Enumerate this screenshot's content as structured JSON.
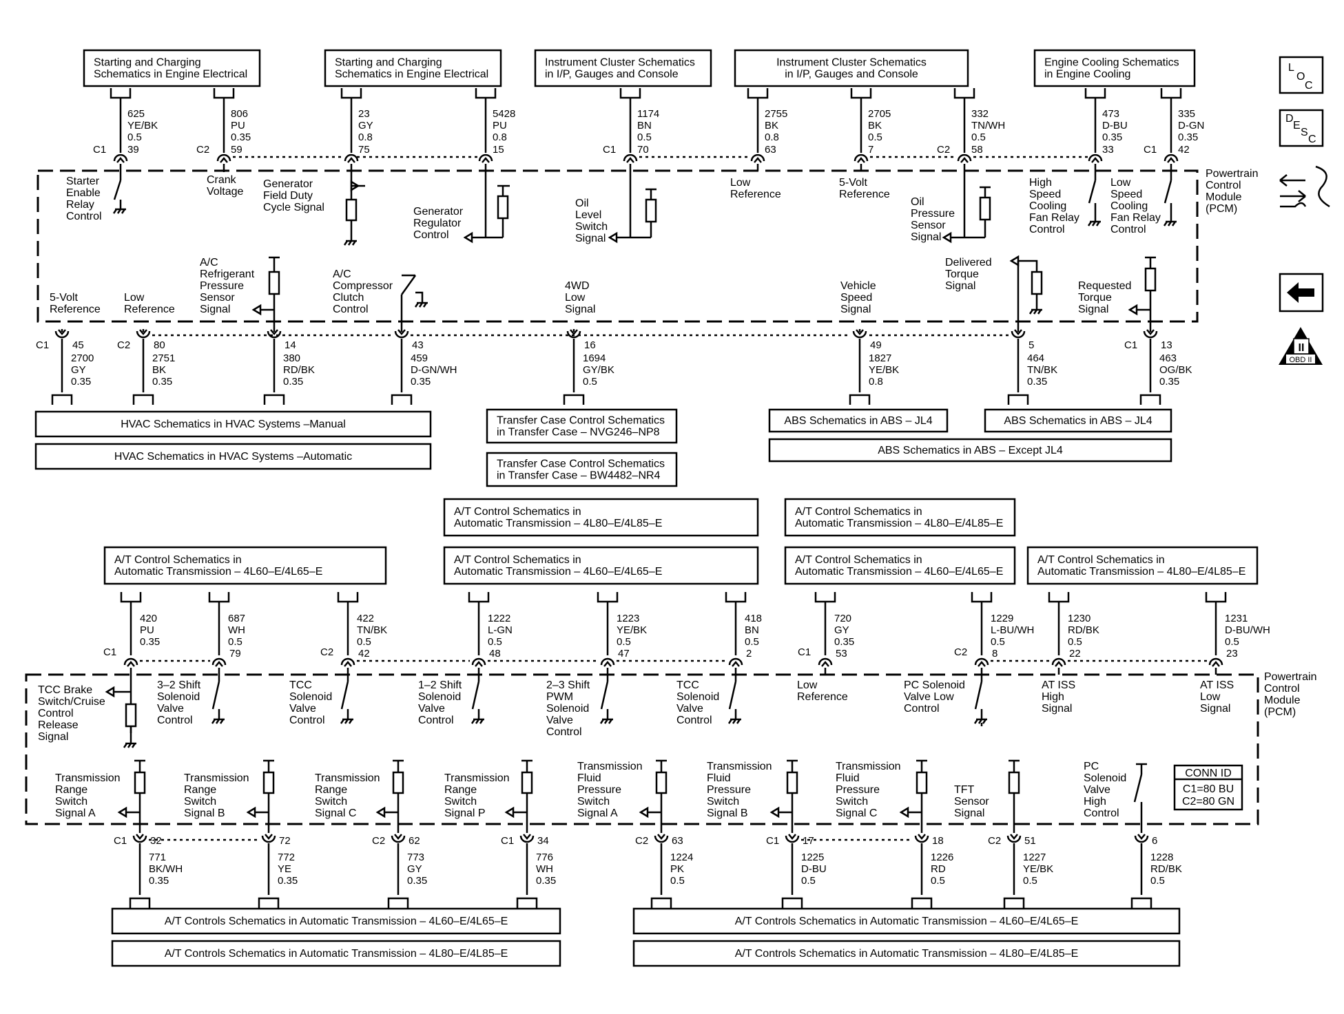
{
  "top_refs": [
    "Starting and Charging|Schematics in Engine Electrical",
    "Starting and Charging|Schematics in Engine Electrical",
    "Instrument Cluster Schematics|in I/P, Gauges and Console",
    "Instrument Cluster Schematics|in I/P, Gauges and Console",
    "Engine Cooling Schematics|in Engine Cooling"
  ],
  "top_circuits": [
    {
      "circuit": "625",
      "color": "YE/BK",
      "size": "0.5",
      "connector": "C1",
      "pin": "39"
    },
    {
      "circuit": "806",
      "color": "PU",
      "size": "0.35",
      "connector": "C2",
      "pin": "59"
    },
    {
      "circuit": "23",
      "color": "GY",
      "size": "0.8",
      "connector": "",
      "pin": "75"
    },
    {
      "circuit": "5428",
      "color": "PU",
      "size": "0.8",
      "connector": "",
      "pin": "15"
    },
    {
      "circuit": "1174",
      "color": "BN",
      "size": "0.5",
      "connector": "C1",
      "pin": "70"
    },
    {
      "circuit": "2755",
      "color": "BK",
      "size": "0.8",
      "connector": "",
      "pin": "63"
    },
    {
      "circuit": "2705",
      "color": "BK",
      "size": "0.5",
      "connector": "",
      "pin": "7"
    },
    {
      "circuit": "332",
      "color": "TN/WH",
      "size": "0.5",
      "connector": "C2",
      "pin": "58"
    },
    {
      "circuit": "473",
      "color": "D-BU",
      "size": "0.35",
      "connector": "",
      "pin": "33"
    },
    {
      "circuit": "335",
      "color": "D-GN",
      "size": "0.35",
      "connector": "C1",
      "pin": "42"
    }
  ],
  "pcm1_top_signals": [
    "Starter|Enable|Relay|Control",
    "Crank|Voltage",
    "Generator|Field Duty|Cycle Signal",
    "Generator|Regulator|Control",
    "Oil|Level|Switch|Signal",
    "Low|Reference",
    "5-Volt|Reference",
    "Oil|Pressure|Sensor|Signal",
    "High|Speed|Cooling|Fan Relay|Control",
    "Low|Speed|Cooling|Fan Relay|Control"
  ],
  "pcm1_bottom_signals": [
    "5-Volt|Reference",
    "Low|Reference",
    "A/C|Refrigerant|Pressure|Sensor|Signal",
    "A/C|Compressor|Clutch|Control",
    "4WD|Low|Signal",
    "Vehicle|Speed|Signal",
    "Delivered|Torque|Signal",
    "Requested|Torque|Signal"
  ],
  "pcm_label": "Powertrain|Control|Module|(PCM)",
  "mid_circuits": [
    {
      "circuit": "2700",
      "color": "GY",
      "size": "0.35",
      "connector": "C1",
      "pin": "45"
    },
    {
      "circuit": "2751",
      "color": "BK",
      "size": "0.35",
      "connector": "C2",
      "pin": "80"
    },
    {
      "circuit": "380",
      "color": "RD/BK",
      "size": "0.35",
      "connector": "",
      "pin": "14"
    },
    {
      "circuit": "459",
      "color": "D-GN/WH",
      "size": "0.35",
      "connector": "",
      "pin": "43"
    },
    {
      "circuit": "1694",
      "color": "GY/BK",
      "size": "0.5",
      "connector": "",
      "pin": "16"
    },
    {
      "circuit": "1827",
      "color": "YE/BK",
      "size": "0.8",
      "connector": "",
      "pin": "49"
    },
    {
      "circuit": "464",
      "color": "TN/BK",
      "size": "0.35",
      "connector": "",
      "pin": "5"
    },
    {
      "circuit": "463",
      "color": "OG/BK",
      "size": "0.35",
      "connector": "C1",
      "pin": "13"
    }
  ],
  "mid_refs": [
    "HVAC Schematics in HVAC Systems –Manual",
    "HVAC Schematics in HVAC Systems –Automatic",
    "Transfer Case Control Schematics|in Transfer Case – NVG246–NP8",
    "Transfer Case Control Schematics|in Transfer Case – BW4482–NR4",
    "ABS Schematics in ABS – JL4",
    "ABS Schematics in ABS – JL4",
    "ABS Schematics in ABS – Except JL4"
  ],
  "at_refs": [
    "A/T Control Schematics in|Automatic Transmission – 4L80–E/4L85–E",
    "A/T Control Schematics in|Automatic Transmission – 4L80–E/4L85–E",
    "A/T Control Schematics in|Automatic Transmission – 4L60–E/4L65–E",
    "A/T Control Schematics in|Automatic Transmission – 4L60–E/4L65–E",
    "A/T Control Schematics in|Automatic Transmission – 4L60–E/4L65–E",
    "A/T Control Schematics in|Automatic Transmission – 4L80–E/4L85–E"
  ],
  "at_circuits": [
    {
      "circuit": "420",
      "color": "PU",
      "size": "0.35",
      "connector": "C1",
      "pin": ""
    },
    {
      "circuit": "687",
      "color": "WH",
      "size": "0.5",
      "connector": "",
      "pin": "79"
    },
    {
      "circuit": "422",
      "color": "TN/BK",
      "size": "0.5",
      "connector": "C2",
      "pin": "42"
    },
    {
      "circuit": "1222",
      "color": "L-GN",
      "size": "0.5",
      "connector": "",
      "pin": "48"
    },
    {
      "circuit": "1223",
      "color": "YE/BK",
      "size": "0.5",
      "connector": "",
      "pin": "47"
    },
    {
      "circuit": "418",
      "color": "BN",
      "size": "0.5",
      "connector": "",
      "pin": "2"
    },
    {
      "circuit": "720",
      "color": "GY",
      "size": "0.35",
      "connector": "C1",
      "pin": "53"
    },
    {
      "circuit": "1229",
      "color": "L-BU/WH",
      "size": "0.5",
      "connector": "C2",
      "pin": "8"
    },
    {
      "circuit": "1230",
      "color": "RD/BK",
      "size": "0.5",
      "connector": "",
      "pin": "22"
    },
    {
      "circuit": "1231",
      "color": "D-BU/WH",
      "size": "0.5",
      "connector": "",
      "pin": "23"
    }
  ],
  "pcm2_top_signals": [
    "TCC Brake|Switch/Cruise|Control|Release|Signal",
    "3–2 Shift|Solenoid|Valve|Control",
    "TCC|Solenoid|Valve|Control",
    "1–2 Shift|Solenoid|Valve|Control",
    "2–3 Shift|PWM|Solenoid|Valve|Control",
    "TCC|Solenoid|Valve|Control",
    "Low|Reference",
    "PC Solenoid|Valve Low|Control",
    "AT ISS|High|Signal",
    "AT ISS|Low|Signal"
  ],
  "pcm2_bottom_signals": [
    "Transmission|Range|Switch|Signal A",
    "Transmission|Range|Switch|Signal B",
    "Transmission|Range|Switch|Signal C",
    "Transmission|Range|Switch|Signal P",
    "Transmission|Fluid|Pressure|Switch|Signal A",
    "Transmission|Fluid|Pressure|Switch|Signal B",
    "Transmission|Fluid|Pressure|Switch|Signal C",
    "TFT|Sensor|Signal",
    "PC|Solenoid|Valve|High|Control"
  ],
  "conn_id": {
    "title": "CONN ID",
    "c1": "C1=80 BU",
    "c2": "C2=80 GN"
  },
  "bot_circuits": [
    {
      "circuit": "771",
      "color": "BK/WH",
      "size": "0.35",
      "connector": "C1",
      "pin": "32"
    },
    {
      "circuit": "772",
      "color": "YE",
      "size": "0.35",
      "connector": "",
      "pin": "72"
    },
    {
      "circuit": "773",
      "color": "GY",
      "size": "0.35",
      "connector": "C2",
      "pin": "62"
    },
    {
      "circuit": "776",
      "color": "WH",
      "size": "0.35",
      "connector": "C1",
      "pin": "34"
    },
    {
      "circuit": "1224",
      "color": "PK",
      "size": "0.5",
      "connector": "C2",
      "pin": "63"
    },
    {
      "circuit": "1225",
      "color": "D-BU",
      "size": "0.5",
      "connector": "C1",
      "pin": "17"
    },
    {
      "circuit": "1226",
      "color": "RD",
      "size": "0.5",
      "connector": "",
      "pin": "18"
    },
    {
      "circuit": "1227",
      "color": "YE/BK",
      "size": "0.5",
      "connector": "C2",
      "pin": "51"
    },
    {
      "circuit": "1228",
      "color": "RD/BK",
      "size": "0.5",
      "connector": "",
      "pin": "6"
    }
  ],
  "bot_refs": [
    "A/T Controls Schematics in Automatic Transmission – 4L60–E/4L65–E",
    "A/T Controls Schematics in Automatic Transmission – 4L80–E/4L85–E",
    "A/T Controls Schematics in Automatic Transmission – 4L60–E/4L65–E",
    "A/T Controls Schematics in Automatic Transmission – 4L80–E/4L85–E"
  ],
  "icons": {
    "loc": "LOC",
    "desc": "DESC",
    "obd": "OBD II",
    "obd_numeral": "II",
    "nav_back": "back-arrow-icon",
    "service": "service-tools-icon"
  }
}
